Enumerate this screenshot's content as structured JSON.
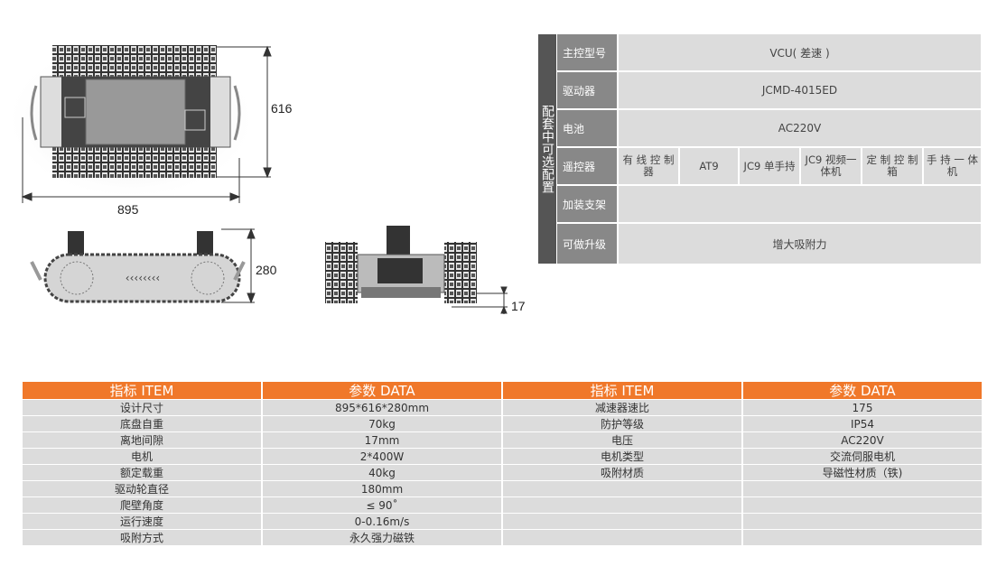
{
  "dimensions": {
    "width": "895",
    "height": "616",
    "side_height": "280",
    "clearance": "17"
  },
  "config": {
    "side_title": "配套中可选配置",
    "rows": [
      {
        "label": "主控型号",
        "value": "VCU( 差速 )"
      },
      {
        "label": "驱动器",
        "value": "JCMD-4015ED"
      },
      {
        "label": "电池",
        "value": "AC220V"
      },
      {
        "label": "遥控器",
        "options": [
          "有 线 控 制 器",
          "AT9",
          "JC9 单手持",
          "JC9 视频一体机",
          "定 制 控 制 箱",
          "手 持 一 体 机"
        ]
      },
      {
        "label": "加装支架",
        "value": ""
      },
      {
        "label": "可做升级",
        "value": "增大吸附力"
      }
    ]
  },
  "spec": {
    "headers": [
      "指标 ITEM",
      "参数 DATA",
      "指标 ITEM",
      "参数 DATA"
    ],
    "rows": [
      [
        "设计尺寸",
        "895*616*280mm",
        "减速器速比",
        "175"
      ],
      [
        "底盘自重",
        "70kg",
        "防护等级",
        "IP54"
      ],
      [
        "离地间隙",
        "17mm",
        "电压",
        "AC220V"
      ],
      [
        "电机",
        "2*400W",
        "电机类型",
        "交流伺服电机"
      ],
      [
        "额定载重",
        "40kg",
        "吸附材质",
        "导磁性材质（铁)"
      ],
      [
        "驱动轮直径",
        "180mm",
        "",
        ""
      ],
      [
        "爬壁角度",
        "≤ 90˚",
        "",
        ""
      ],
      [
        "运行速度",
        "0-0.16m/s",
        "",
        ""
      ],
      [
        "吸附方式",
        "永久强力磁铁",
        "",
        ""
      ]
    ]
  },
  "colors": {
    "accent": "#f0782a",
    "cell": "#dcdcdc",
    "label": "#888888",
    "side": "#555555"
  }
}
